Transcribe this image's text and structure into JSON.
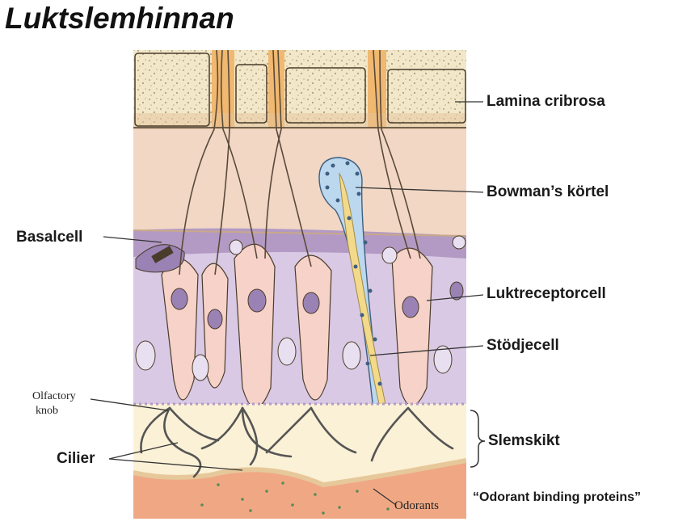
{
  "title": "Luktslemhinnan",
  "labels": {
    "lamina_cribrosa": "Lamina cribrosa",
    "bowmans_kortel": "Bowman’s körtel",
    "basalcell": "Basalcell",
    "luktreceptorcell": "Luktreceptorcell",
    "stodjecell": "Stödjecell",
    "olfactory_knob_line1": "Olfactory",
    "olfactory_knob_line2": "knob",
    "slemskikt": "Slemskikt",
    "cilier": "Cilier",
    "odorants": "Odorants",
    "odorant_binding_proteins": "“Odorant binding proteins”"
  },
  "colors": {
    "bone": "#f1e6c6",
    "bone_speckle": "#8c7a55",
    "periosteum": "#f0b870",
    "lamina_propria": "#f1d7c4",
    "basal_layer": "#b39ac4",
    "supporting_layer": "#d9c9e4",
    "receptor_cell": "#f6d2c8",
    "nucleus": "#9b82b5",
    "gland": "#bcd8ef",
    "gland_duct": "#f3d98a",
    "mucus": "#fbf1d6",
    "air_space": "#f0a884",
    "axon": "#5a4a3a"
  }
}
